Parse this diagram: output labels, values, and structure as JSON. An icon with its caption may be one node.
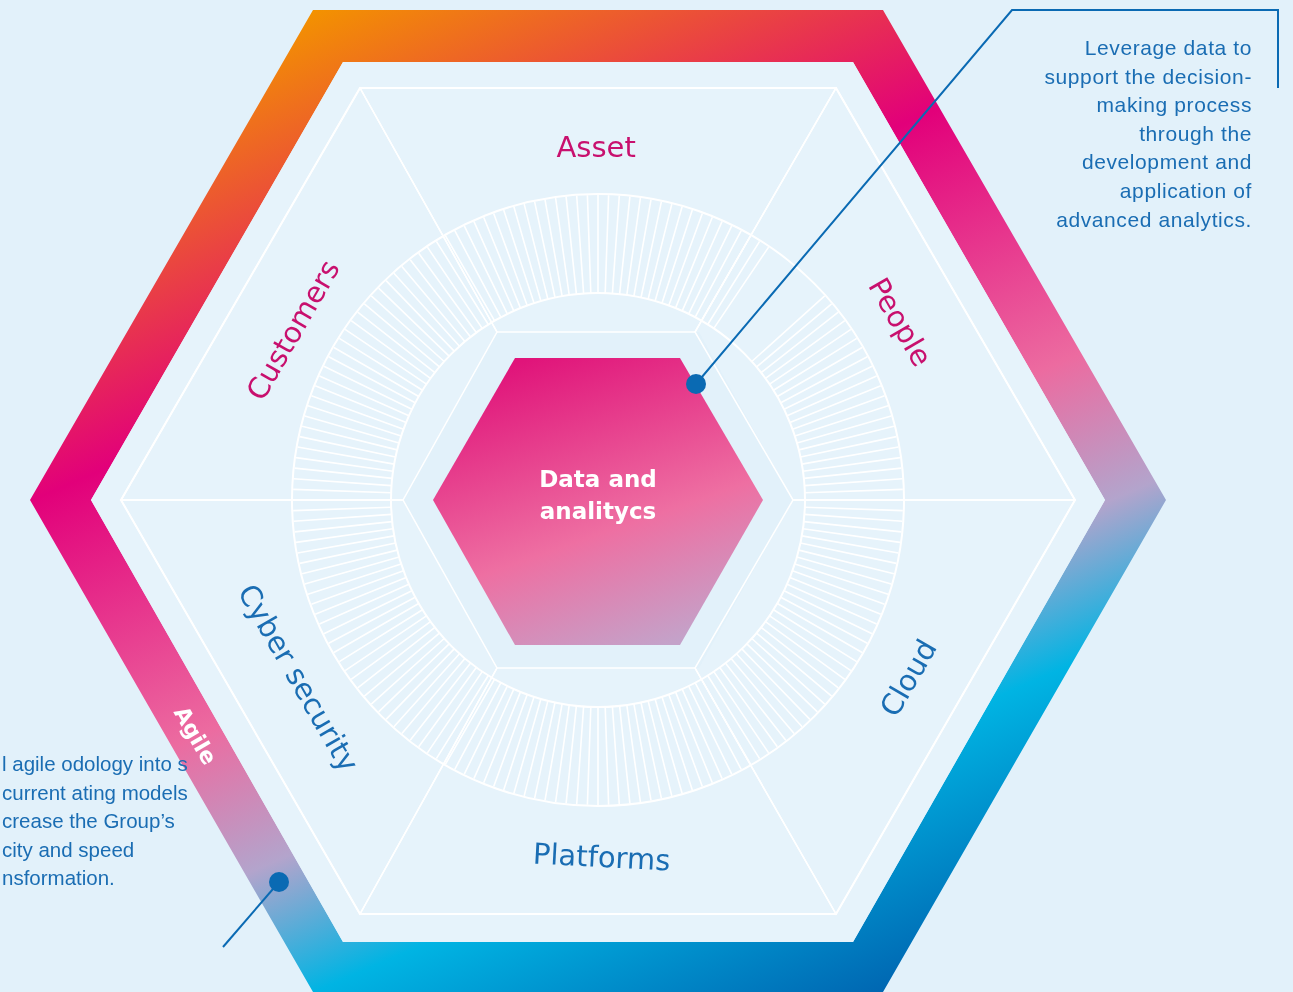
{
  "diagram": {
    "nodes": [
      {
        "text": [
          "Agile"
        ]
      },
      {
        "text": [
          "Asset"
        ],
        "in": 0
      },
      {
        "text": [
          "People"
        ],
        "in": 0
      },
      {
        "text": [
          "Cloud"
        ],
        "in": 0
      },
      {
        "text": [
          "Platforms"
        ],
        "in": 0
      },
      {
        "text": [
          "Cyber security"
        ],
        "in": 0
      },
      {
        "text": [
          "Customers"
        ],
        "in": 0
      },
      {
        "text": [
          "Data and analitycs"
        ],
        "in": 0
      },
      {
        "text": [
          "Leverage data to support the decision-making process through the development and application of advanced analytics."
        ]
      },
      {
        "text": [
          "l agile odology into s current ating models crease the Group’s city and speed nsformation."
        ]
      }
    ],
    "edges": [
      {
        "from": 8,
        "to": 7,
        "arrow": "other"
      },
      {
        "from": 9,
        "to": 0,
        "arrow": "other"
      }
    ]
  }
}
